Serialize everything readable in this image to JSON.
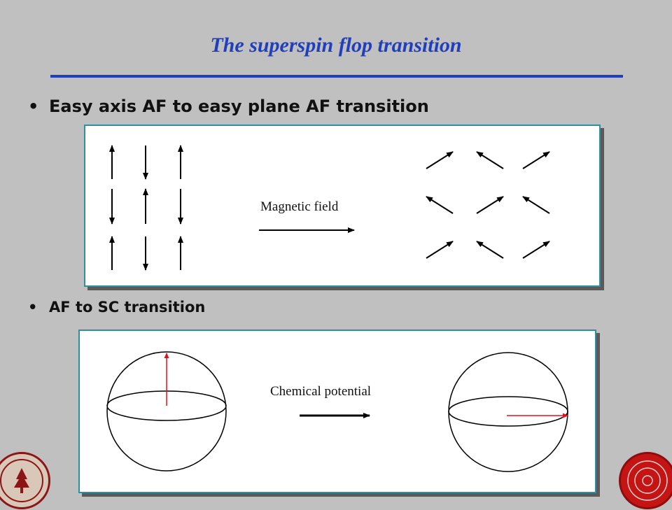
{
  "slide": {
    "title": "The superspin flop transition",
    "bullets": [
      "Easy axis AF to easy plane AF transition",
      "AF to SC transition"
    ],
    "bullet_glyph": "•"
  },
  "panel1": {
    "arrow_label": "Magnetic field",
    "left_spins": [
      "up",
      "down",
      "up",
      "down",
      "up",
      "down",
      "up",
      "down",
      "up"
    ],
    "right_spins": [
      "ne",
      "nw",
      "ne",
      "nw",
      "ne",
      "nw",
      "ne",
      "nw",
      "ne"
    ],
    "arrow_color": "#000000"
  },
  "panel2": {
    "arrow_label": "Chemical potential",
    "vector_color": "#e0141e",
    "left_vector": "vertical",
    "right_vector": "horizontal"
  },
  "logos": {
    "left": "stanford-seal-icon",
    "right": "red-seal-icon"
  },
  "colors": {
    "title": "#1f3fbf",
    "background": "#c0c0c0",
    "panel_border": "#2f8fa0"
  }
}
